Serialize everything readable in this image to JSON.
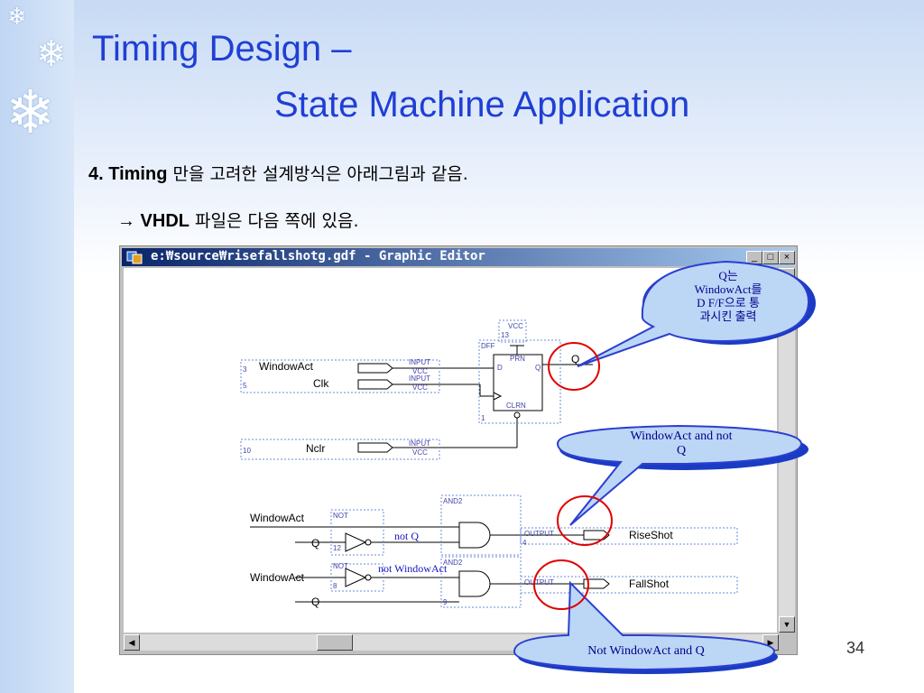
{
  "slide": {
    "title_line1": "Timing Design –",
    "title_line2": "State Machine Application",
    "line1_bold": "4. Timing",
    "line1_ko": " 만을 고려한 설계방식은 아래그림과 같음.",
    "line2_arrow": "→",
    "line2_bold": " VHDL",
    "line2_ko": " 파일은 다음 쪽에 있음.",
    "page_number": "34"
  },
  "window": {
    "title": "e:₩source₩risefallshotg.gdf - Graphic Editor",
    "buttons": {
      "minimize": "_",
      "maximize": "□",
      "close": "×"
    },
    "scroll": {
      "up": "▲",
      "down": "▼",
      "left": "◀",
      "right": "▶"
    }
  },
  "schematic": {
    "inputs": [
      {
        "num": "3",
        "name": "WindowAct",
        "tag1": "INPUT",
        "tag2": "VCC"
      },
      {
        "num": "5",
        "name": "Clk",
        "tag1": "INPUT",
        "tag2": "VCC"
      },
      {
        "num": "10",
        "name": "Nclr",
        "tag1": "INPUT",
        "tag2": "VCC"
      }
    ],
    "dff": {
      "vcc": "VCC",
      "vcc_num": "13",
      "label": "DFF",
      "prn": "PRN",
      "d": "D",
      "q": "Q",
      "clrn": "CLRN",
      "num": "1"
    },
    "q_label": "Q",
    "gate1": {
      "a": "WindowAct",
      "b": "Q",
      "not": "NOT",
      "not_num": "12",
      "and": "AND2",
      "and_num": "4",
      "out_tag": "OUTPUT",
      "out_name": "RiseShot"
    },
    "gate2": {
      "a": "WindowAct",
      "b": "Q",
      "not": "NOT",
      "not_num": "8",
      "and": "AND2",
      "and_num": "9",
      "out_tag": "OUTPUT",
      "out_name": "FallShot"
    },
    "annotation_notq": "not Q",
    "annotation_notwa": "not WindowAct"
  },
  "callouts": {
    "c1_lines": [
      "Q는",
      "WindowAct를",
      "D F/F으로 통",
      "과시킨 출력"
    ],
    "c2_lines": [
      "WindowAct and not",
      "Q"
    ],
    "c3": "Not WindowAct and Q"
  },
  "colors": {
    "title": "#1f3fd4",
    "callout_fill": "#b8d6f7",
    "callout_border": "#2b3fd0",
    "circle": "#e00000"
  }
}
